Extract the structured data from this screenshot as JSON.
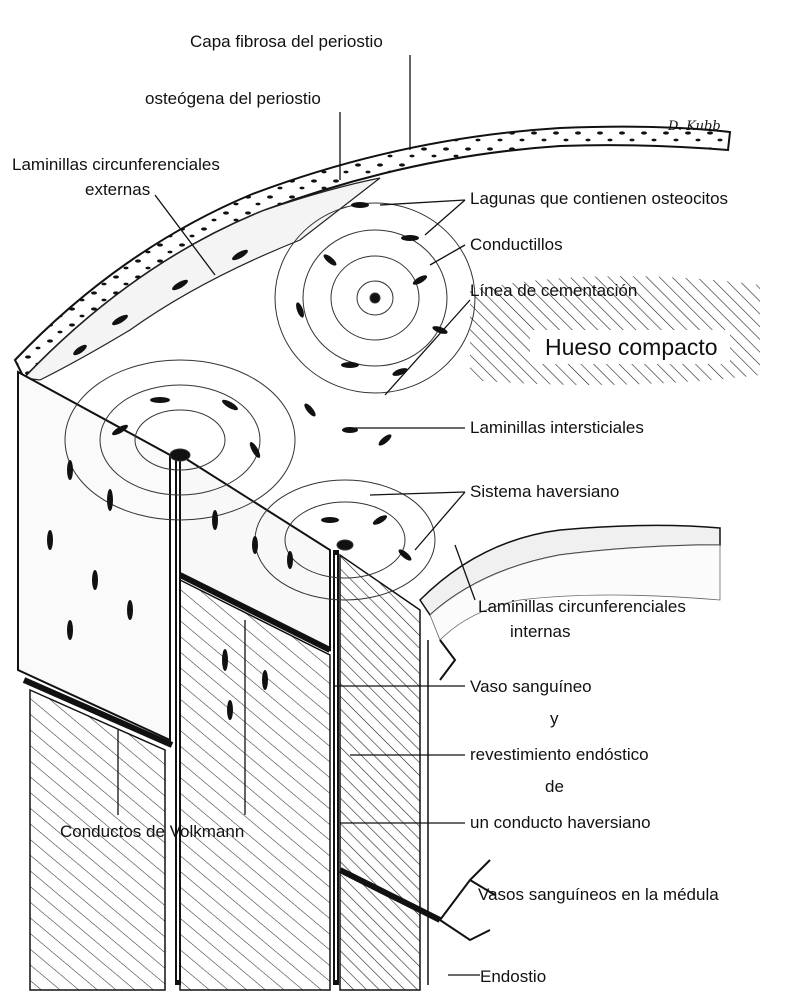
{
  "labels": {
    "capa_fibrosa": "Capa fibrosa del periostio",
    "osteogena": "osteógena del periostio",
    "lam_ext_1": "Laminillas circunferenciales",
    "lam_ext_2": "externas",
    "lagunas": "Lagunas que contienen osteocitos",
    "conductillos": "Conductillos",
    "linea_cementacion": "Línea de cementación",
    "hueso_compacto": "Hueso compacto",
    "lam_intersticiales": "Laminillas intersticiales",
    "sistema_haversiano": "Sistema haversiano",
    "lam_int_1": "Laminillas circunferenciales",
    "lam_int_2": "internas",
    "vaso_1": "Vaso sanguíneo",
    "vaso_2": "y",
    "vaso_3": "revestimiento endóstico",
    "vaso_4": "de",
    "vaso_5": "un conducto haversiano",
    "volkmann": "Conductos de Volkmann",
    "vasos_medula": "Vasos sanguíneos en la médula",
    "endostio": "Endostio"
  },
  "signature": "D. Kubb"
}
